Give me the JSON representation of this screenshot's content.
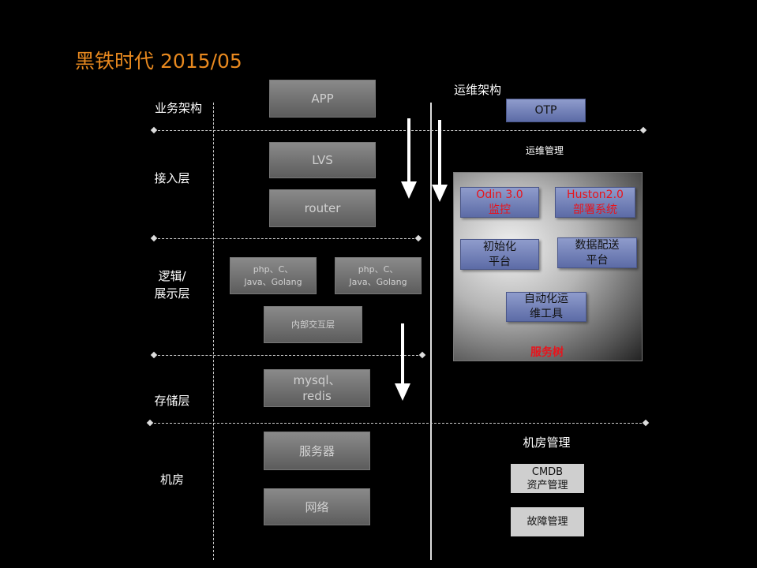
{
  "title": "黑铁时代 2015/05",
  "left_labels": {
    "business": "业务架构",
    "access": "接入层",
    "logic": "逻辑/",
    "display": "展示层",
    "storage": "存储层",
    "datacenter": "机房"
  },
  "boxes": {
    "app": "APP",
    "lvs": "LVS",
    "router": "router",
    "php1_l1": "php、C、",
    "php1_l2": "Java、Golang",
    "php2_l1": "php、C、",
    "php2_l2": "Java、Golang",
    "internal": "内部交互层",
    "mysql_l1": "mysql、",
    "mysql_l2": "redis",
    "server": "服务器",
    "network": "网络"
  },
  "ops": {
    "heading": "运维架构",
    "otp": "OTP",
    "mgmt": "运维管理",
    "odin_l1": "Odin 3.0",
    "odin_l2": "监控",
    "huston_l1": "Huston2.0",
    "huston_l2": "部署系统",
    "init_l1": "初始化",
    "init_l2": "平台",
    "dist_l1": "数据配送",
    "dist_l2": "平台",
    "auto_l1": "自动化运",
    "auto_l2": "维工具",
    "service_tree": "服务树",
    "dc_mgmt": "机房管理",
    "cmdb_l1": "CMDB",
    "cmdb_l2": "资产管理",
    "fault": "故障管理"
  },
  "colors": {
    "title": "#e8891f",
    "red": "#e8141c"
  }
}
